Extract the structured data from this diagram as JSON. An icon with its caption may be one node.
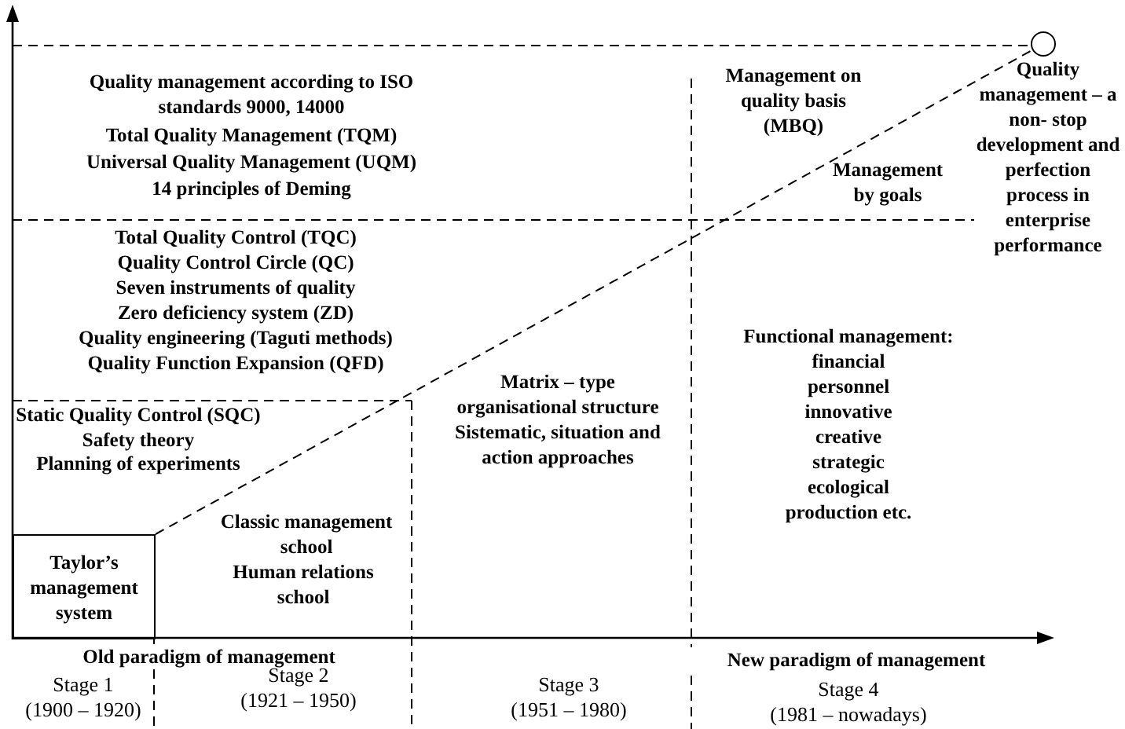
{
  "diagram": {
    "nodes": [
      {
        "text": [
          "Taylor’s management system"
        ]
      },
      {
        "text": [],
        "shape": "circle",
        "beside": [
          "Quality management – a non- stop development and perfection process in enterprise performance"
        ]
      }
    ],
    "edges": [
      {
        "from": 0,
        "to": 1,
        "arrow": "none",
        "style": "dashed"
      }
    ],
    "labels": [
      "Quality management according to ISO standards 9000, 14000",
      "Total Quality Management (TQM)",
      "Universal Quality Management (UQM)",
      "14 principles of Deming",
      "Management on quality basis (MBQ)",
      "Management by goals",
      "Total Quality Control (TQC)",
      "Quality Control Circle (QC)",
      "Seven instruments of quality",
      "Zero deficiency system (ZD)",
      "Quality engineering (Taguti methods)",
      "Quality Function Expansion (QFD)",
      "Functional management:",
      "financial",
      "personnel",
      "innovative",
      "creative",
      "strategic",
      "ecological",
      "production etc.",
      "Static Quality Control (SQC)",
      "Safety theory",
      "Planning of experiments",
      "Matrix – type organisational structure",
      "Sistematic, situation and action approaches",
      "Classic management school",
      "Human relations school",
      "Old paradigm of management",
      "New paradigm of management",
      "Stage 1",
      "(1900 – 1920)",
      "Stage 2",
      "(1921 – 1950)",
      "Stage 3",
      "(1951 – 1980)",
      "Stage 4",
      "(1981 – nowadays)"
    ]
  }
}
